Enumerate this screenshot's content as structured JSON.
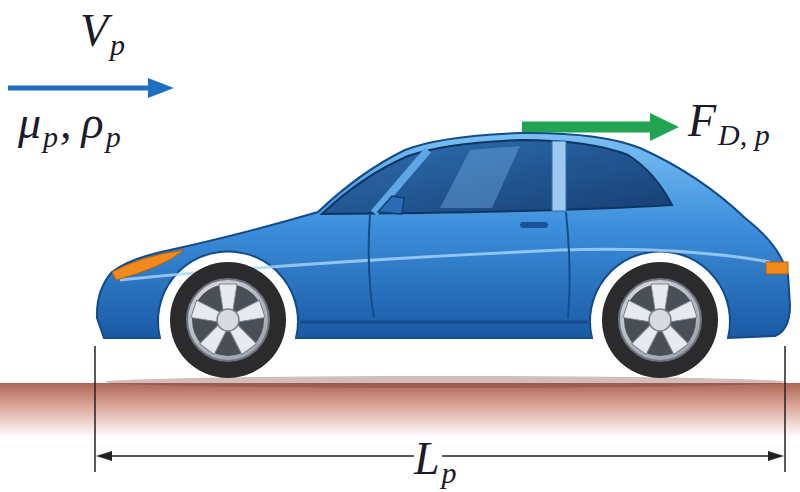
{
  "diagram": {
    "labels": [
      "V",
      "p",
      "μ",
      "p",
      ",",
      "ρ",
      "p",
      "F",
      "D, p",
      "L",
      "p"
    ]
  }
}
